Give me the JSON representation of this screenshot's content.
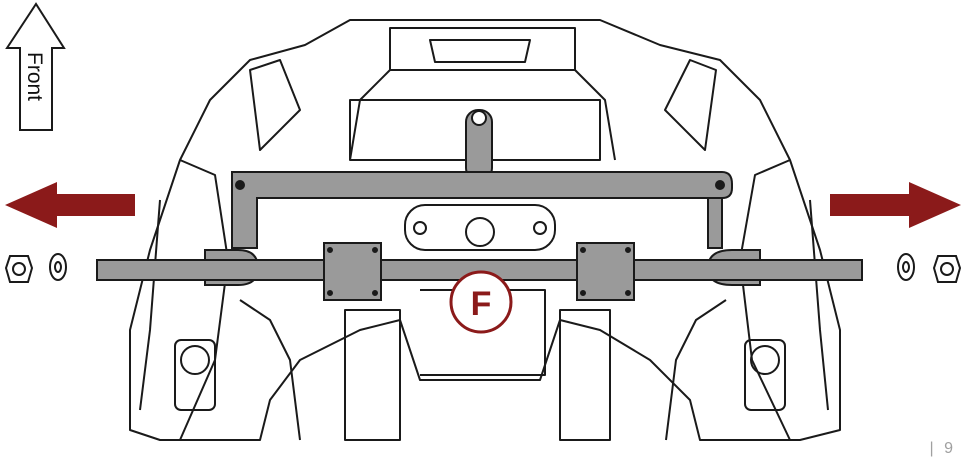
{
  "front_label": "Front",
  "badge_letter": "F",
  "page_number": "| 9",
  "colors": {
    "arrow": "#8b1a1a",
    "bar_fill": "#9a9a9a",
    "frame_line": "#1a1a1a",
    "badge": "#8b1a1a"
  },
  "icons": {
    "left_arrow": "red-arrow-left-icon",
    "right_arrow": "red-arrow-right-icon",
    "front_arrow": "front-direction-arrow-icon",
    "nut": "lock-nut-icon",
    "washer": "washer-icon"
  }
}
